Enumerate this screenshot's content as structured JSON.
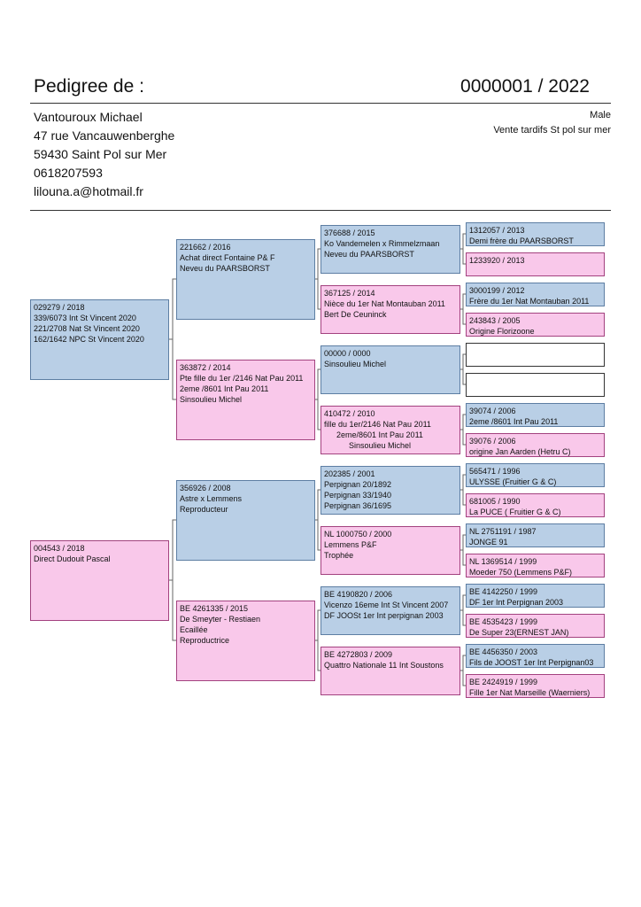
{
  "header": {
    "title": "Pedigree de :",
    "ring_number": "0000001 / 2022"
  },
  "owner": {
    "name": "Vantouroux Michael",
    "street": "47 rue Vancauwenberghe",
    "city": "59430 Saint Pol sur Mer",
    "phone": "0618207593",
    "email": "lilouna.a@hotmail.fr"
  },
  "bird": {
    "sex": "Male",
    "note": "Vente tardifs St pol sur mer"
  },
  "pedigree": {
    "father": {
      "lines": [
        "029279 / 2018",
        "339/6073 Int St Vincent 2020",
        "221/2708 Nat St Vincent 2020",
        "162/1642 NPC St Vincent 2020"
      ],
      "father": {
        "lines": [
          "221662 / 2016",
          "Achat direct Fontaine P& F",
          "Neveu du PAARSBORST"
        ],
        "father": {
          "lines": [
            "376688 / 2015",
            "Ko Vandemelen x Rimmelzmaan",
            "Neveu du PAARSBORST"
          ],
          "father": {
            "lines": [
              "1312057 / 2013",
              "Demi frère du PAARSBORST"
            ]
          },
          "mother": {
            "lines": [
              "1233920 / 2013"
            ]
          }
        },
        "mother": {
          "lines": [
            "367125 / 2014",
            "Nièce du 1er Nat Montauban 2011",
            "Bert De Ceuninck"
          ],
          "father": {
            "lines": [
              "3000199 / 2012",
              "Frère du 1er Nat Montauban 2011"
            ]
          },
          "mother": {
            "lines": [
              "243843 / 2005",
              "Origine Florizoone"
            ]
          }
        }
      },
      "mother": {
        "lines": [
          "363872 / 2014",
          "Pte fille du 1er /2146 Nat Pau 2011",
          " 2eme /8601 Int Pau 2011",
          "Sinsoulieu Michel"
        ],
        "father": {
          "lines": [
            "00000 / 0000",
            "Sinsoulieu Michel"
          ],
          "father": {
            "lines": []
          },
          "mother": {
            "lines": []
          }
        },
        "mother": {
          "lines": [
            "410472 / 2010",
            "fille du 1er/2146 Nat Pau 2011",
            "2eme/8601 Int Pau 2011",
            "Sinsoulieu Michel"
          ],
          "father": {
            "lines": [
              "39074 / 2006",
              "2eme /8601 Int Pau 2011"
            ]
          },
          "mother": {
            "lines": [
              "39076 / 2006",
              "origine Jan Aarden (Hetru C)"
            ]
          }
        }
      }
    },
    "mother": {
      "lines": [
        "004543 / 2018",
        "Direct Dudouit Pascal"
      ],
      "father": {
        "lines": [
          "356926 / 2008",
          "Astre x Lemmens",
          "Reproducteur"
        ],
        "father": {
          "lines": [
            "202385 / 2001",
            "Perpignan 20/1892",
            "Perpignan 33/1940",
            "Perpignan 36/1695"
          ],
          "father": {
            "lines": [
              "565471 / 1996",
              "ULYSSE (Fruitier G & C)"
            ]
          },
          "mother": {
            "lines": [
              "681005 / 1990",
              "La PUCE ( Fruitier G & C)"
            ]
          }
        },
        "mother": {
          "lines": [
            "NL 1000750 / 2000",
            "Lemmens P&F",
            "Trophée"
          ],
          "father": {
            "lines": [
              "NL 2751191 / 1987",
              "JONGE 91"
            ]
          },
          "mother": {
            "lines": [
              "NL 1369514 / 1999",
              "Moeder 750 (Lemmens P&F)"
            ]
          }
        }
      },
      "mother": {
        "lines": [
          "BE 4261335 / 2015",
          "De Smeyter - Restiaen",
          "Ecaillée",
          "Reproductrice"
        ],
        "father": {
          "lines": [
            "BE 4190820 / 2006",
            "Vicenzo 16eme Int St Vincent 2007",
            "DF JOOSt 1er Int perpignan 2003"
          ],
          "father": {
            "lines": [
              "BE 4142250 / 1999",
              "DF 1er Int Perpignan 2003"
            ]
          },
          "mother": {
            "lines": [
              "BE 4535423 / 1999",
              "De Super 23(ERNEST JAN)"
            ]
          }
        },
        "mother": {
          "lines": [
            "BE 4272803 / 2009",
            "Quattro Nationale 11 Int Soustons"
          ],
          "father": {
            "lines": [
              "BE 4456350 / 2003",
              "Fils de JOOST  1er Int Perpignan03"
            ]
          },
          "mother": {
            "lines": [
              "BE 2424919 / 1999",
              "Fille 1er Nat Marseille (Waerniers)"
            ]
          }
        }
      }
    }
  }
}
